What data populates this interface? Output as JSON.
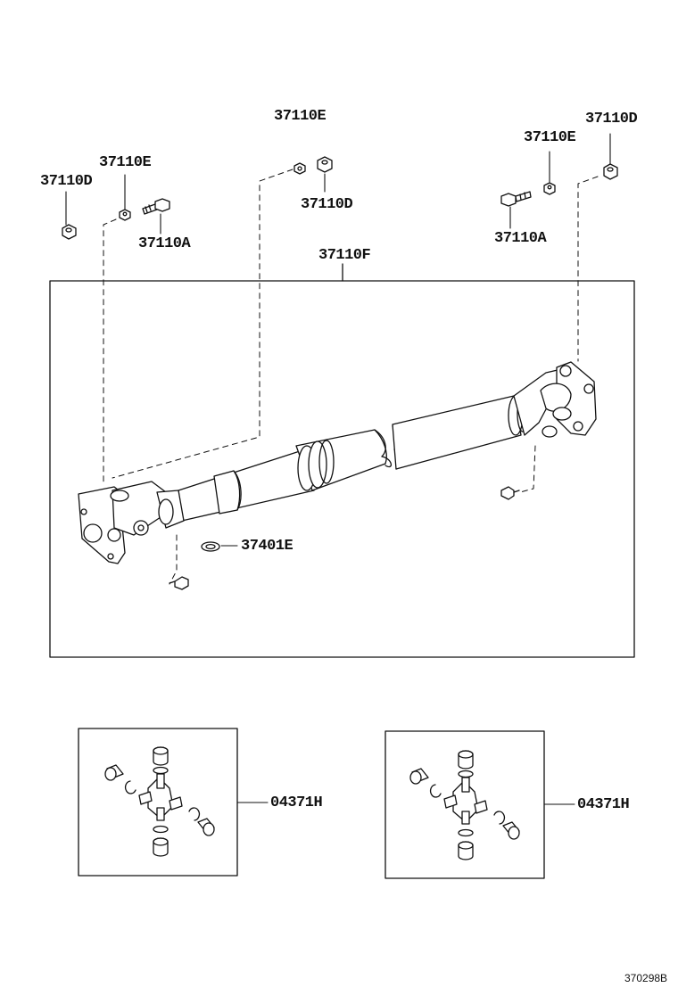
{
  "diagram_ref": "370298B",
  "colors": {
    "line": "#111111",
    "paper": "#ffffff"
  },
  "parts": {
    "top_mid_e": "37110E",
    "top_mid_d": "37110D",
    "left_e": "37110E",
    "left_d": "37110D",
    "left_a": "37110A",
    "right_e": "37110E",
    "right_d": "37110D",
    "right_a": "37110A",
    "assembly_f": "37110F",
    "seal_e": "37401E",
    "spider_left": "04371H",
    "spider_right": "04371H"
  }
}
